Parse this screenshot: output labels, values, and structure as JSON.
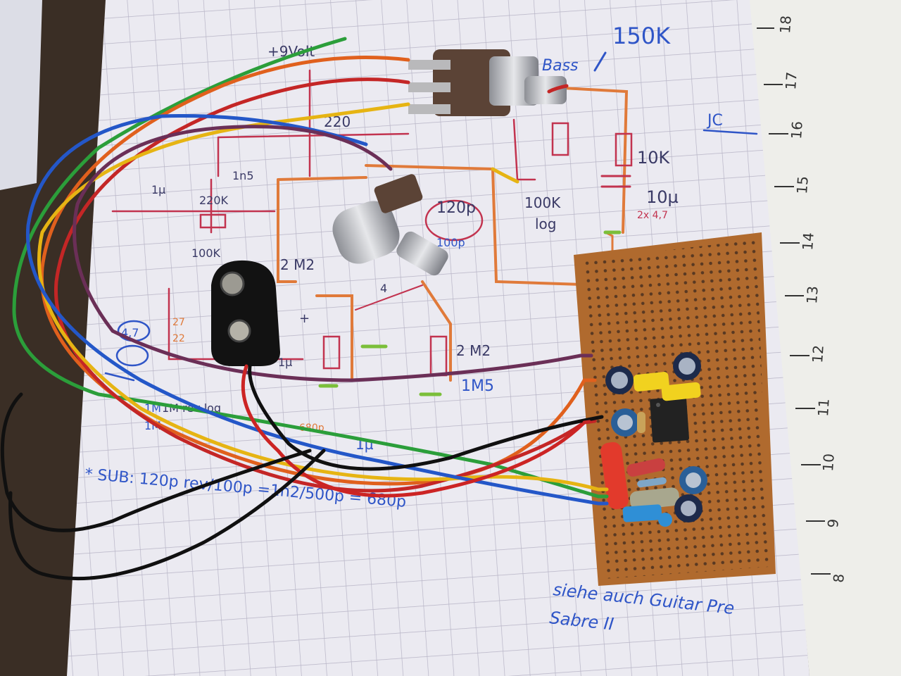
{
  "scene": {
    "description_free": true,
    "colors": {
      "table": "#3a2e25",
      "paper": "#ebeaf1",
      "grid": "#b9b6c6",
      "ruler": "#eeeeea",
      "pcb": "#b06a2e",
      "ink_blue": "#2f55c7",
      "ink_red": "#c2334f",
      "ink_orange": "#e07a3a",
      "ink_dark": "#3a3a66"
    },
    "ruler_numbers": [
      "18",
      "17",
      "16",
      "15",
      "14",
      "13",
      "12",
      "11",
      "10",
      "9",
      "8"
    ],
    "handwriting": {
      "top_value": "150K",
      "bass": "Bass",
      "supply": "+9Volt",
      "v220": "220",
      "r10k": "10K",
      "c10u": "10µ",
      "c2x47": "2x 4,7",
      "pot100k": "100K",
      "log": "log",
      "c1n5": "1n5",
      "c1u": "1µ",
      "r220k": "220K",
      "c120p": "120p",
      "c100p": "100p",
      "r100k": "100K",
      "r2m2": "2 M2",
      "r2m2b": "2 M2",
      "r1m5": "1M5",
      "c47": "4,7",
      "c1u_b": "1µ",
      "r1m": "1M",
      "linlog": "1M rev log",
      "c680p": "680p",
      "c1u_c": "1µ",
      "n1m": "1M",
      "note1": "* SUB: 120p rev/100p =1n2/500p = 680p",
      "note2": "siehe auch Guitar Pre",
      "note3": "Sabre II",
      "jc": "JC",
      "pin4": "4",
      "plus": "+",
      "r27": "27",
      "r22": "22"
    }
  }
}
